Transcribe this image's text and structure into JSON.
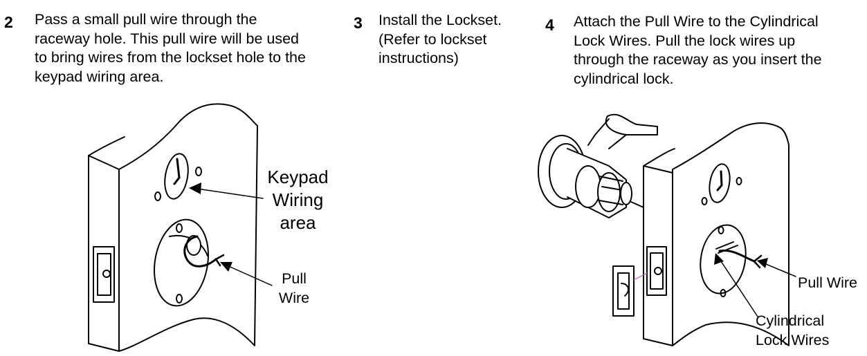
{
  "steps": [
    {
      "number": "2",
      "text": "Pass a small pull wire through the\nraceway hole.  This pull wire will be used\nto bring wires from the lockset hole to the\nkeypad wiring area."
    },
    {
      "number": "3",
      "text": "Install the Lockset.\n(Refer to lockset\ninstructions)"
    },
    {
      "number": "4",
      "text": "Attach the Pull Wire to the Cylindrical\nLock Wires.  Pull the lock wires up\nthrough the raceway as you insert the\ncylindrical lock."
    }
  ],
  "figure_left": {
    "keypad_label": "Keypad\nWiring\narea",
    "pull_wire_label": "Pull\nWire"
  },
  "figure_right": {
    "pull_wire_label": "Pull Wire",
    "lock_wires_label": "Cylindrical\nLock Wires"
  }
}
